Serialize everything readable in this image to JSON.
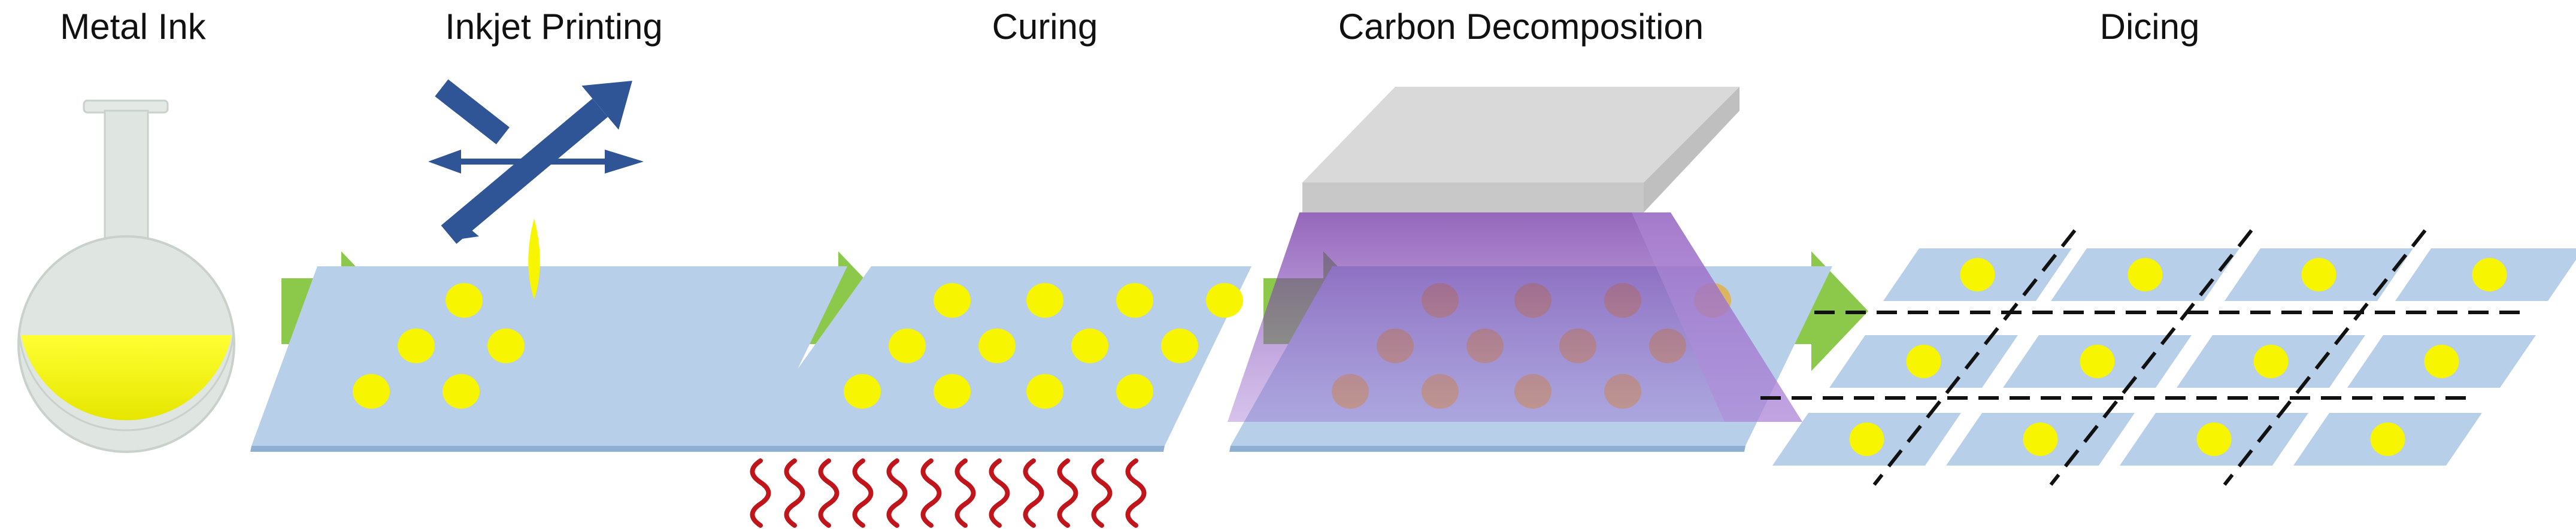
{
  "stages": [
    {
      "id": "metal-ink",
      "label": "Metal Ink"
    },
    {
      "id": "inkjet-printing",
      "label": "Inkjet Printing"
    },
    {
      "id": "curing",
      "label": "Curing"
    },
    {
      "id": "carbon-decomposition",
      "label": "Carbon Decomposition"
    },
    {
      "id": "dicing",
      "label": "Dicing"
    }
  ],
  "colors": {
    "substrate": "#b7cfe8",
    "substrate_edge": "#8fb0d2",
    "ink_dot": "#f7f500",
    "arrow": "#8cc94b",
    "heat": "#c0151b",
    "move_arrow": "#2f5597",
    "uv_light": "#7030a0",
    "lamp_top": "#d9d9d9",
    "flask_glass": "#dfe5e0",
    "flask_liquid": "#ffff00"
  },
  "icons": [
    "flask-icon",
    "xy-motion-arrows-icon",
    "ink-droplet-icon",
    "heat-wave-icon",
    "uv-lamp-icon",
    "process-arrow-icon",
    "cut-line-icon"
  ]
}
